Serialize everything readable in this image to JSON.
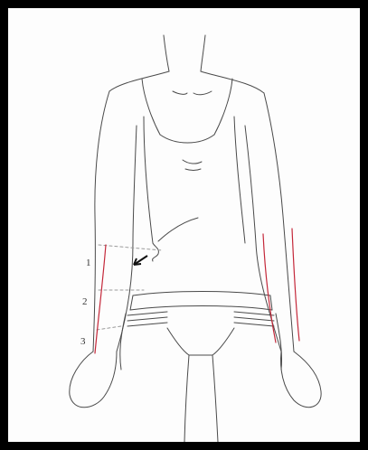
{
  "figure": {
    "markers": [
      {
        "label": "1"
      },
      {
        "label": "2"
      },
      {
        "label": "3"
      }
    ],
    "colors": {
      "frame": "#000000",
      "sketch_line": "#4a4a4a",
      "highlight": "#c4283a",
      "paper": "#fdfdfd"
    },
    "icons": [
      "arrow-icon"
    ]
  }
}
